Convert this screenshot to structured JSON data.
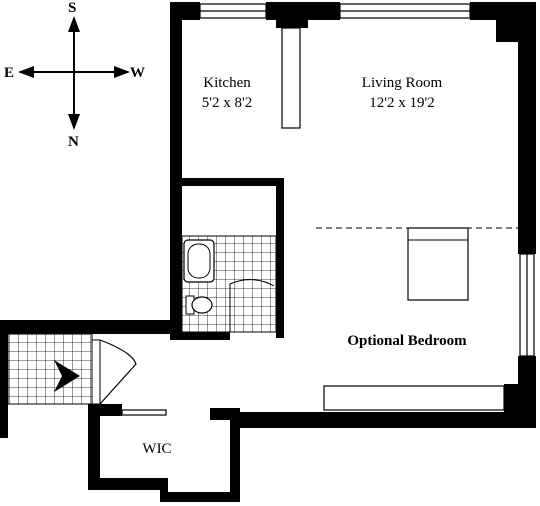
{
  "compass": {
    "south_label": "S",
    "north_label": "N",
    "east_label": "E",
    "west_label": "W"
  },
  "rooms": {
    "kitchen": {
      "name": "Kitchen",
      "size": "5'2 x 8'2"
    },
    "living_room": {
      "name": "Living Room",
      "size": "12'2 x 19'2"
    },
    "optional_bedroom": {
      "name": "Optional Bedroom"
    },
    "wic": {
      "name": "WIC"
    }
  },
  "icons": [
    "compass-rose-icon",
    "entry-arrow-icon",
    "bathtub-icon",
    "toilet-icon",
    "bed-icon"
  ],
  "colors": {
    "wall": "#000000",
    "background": "#ffffff"
  }
}
